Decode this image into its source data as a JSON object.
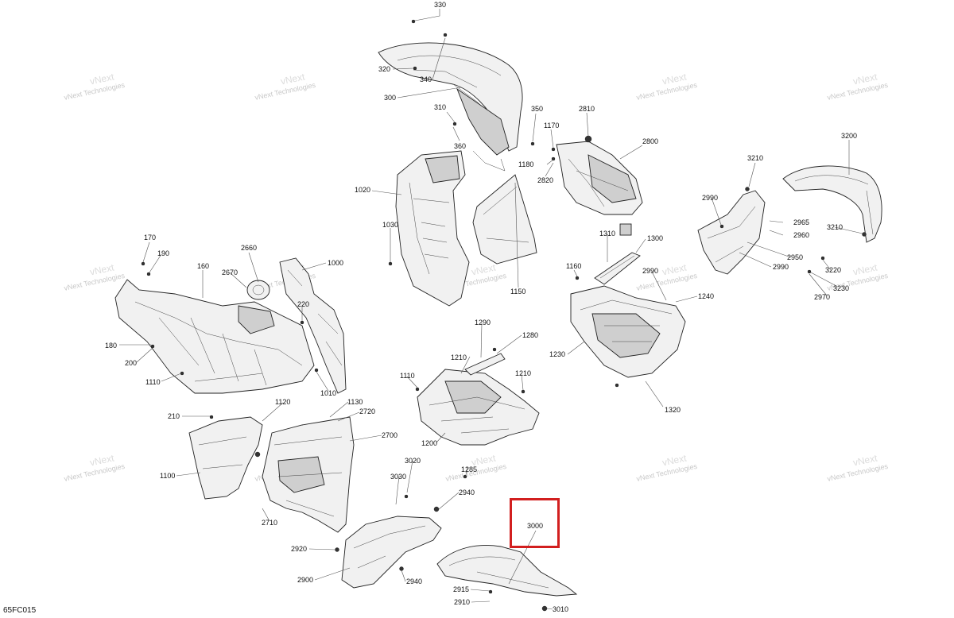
{
  "figure_code": "65FC015",
  "watermark": {
    "line1": "vNext",
    "line2": "Technologies"
  },
  "highlight_box": {
    "label": "3000",
    "color": "#d21f1f"
  },
  "callouts": [
    "330",
    "320",
    "340",
    "300",
    "310",
    "350",
    "360",
    "1170",
    "1180",
    "2810",
    "2800",
    "2820",
    "3200",
    "3210",
    "3210",
    "2990",
    "2965",
    "2960",
    "2950",
    "2990",
    "1020",
    "1030",
    "1150",
    "1310",
    "1300",
    "1160",
    "2990",
    "3220",
    "3230",
    "2970",
    "1240",
    "170",
    "190",
    "160",
    "2660",
    "2670",
    "1000",
    "220",
    "180",
    "200",
    "1110",
    "1010",
    "1290",
    "1280",
    "1210",
    "1230",
    "1110",
    "1210",
    "1320",
    "1200",
    "210",
    "1120",
    "1130",
    "2720",
    "2700",
    "1100",
    "3020",
    "1285",
    "3030",
    "2710",
    "2940",
    "2920",
    "2900",
    "2940",
    "2915",
    "2910",
    "3010"
  ]
}
